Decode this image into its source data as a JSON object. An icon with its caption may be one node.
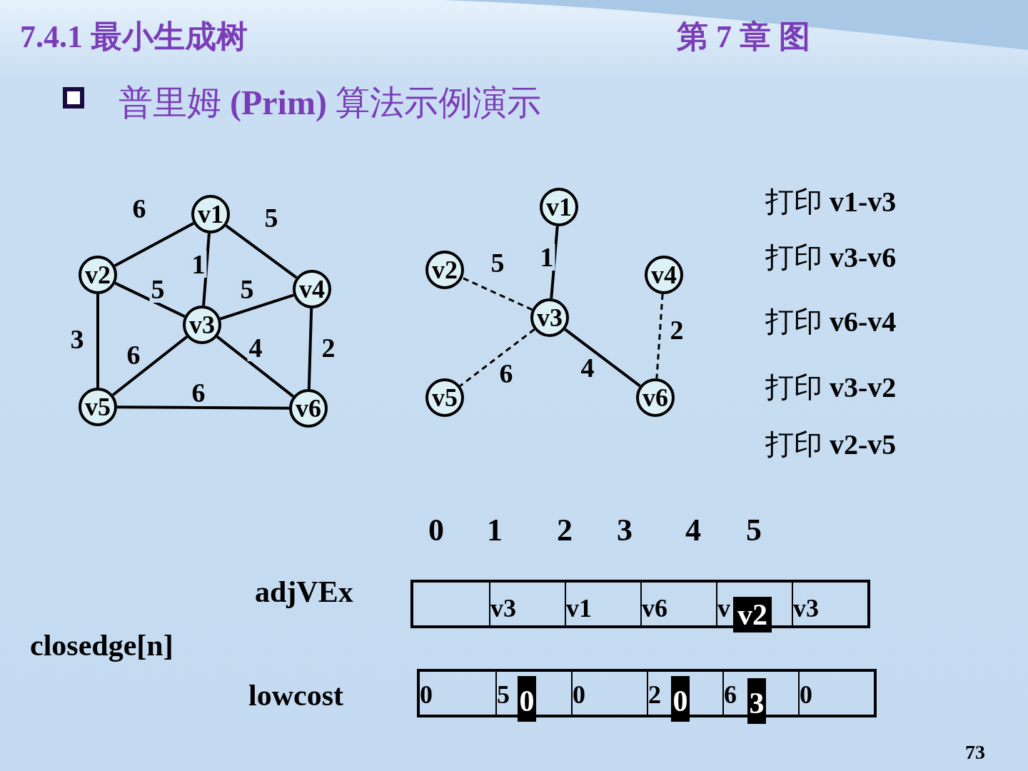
{
  "diagram": {
    "title": "7.4.1  最小生成树",
    "nodes": [
      {
        "text": [
          "v1"
        ]
      },
      {
        "text": [
          "v2"
        ]
      },
      {
        "text": [
          "v4"
        ]
      },
      {
        "text": [
          "v3"
        ]
      },
      {
        "text": [
          "v5"
        ]
      },
      {
        "text": [
          "v6"
        ]
      },
      {
        "text": [
          "v1"
        ]
      },
      {
        "text": [
          "v2"
        ]
      },
      {
        "text": [
          "v4"
        ]
      },
      {
        "text": [
          "v3"
        ]
      },
      {
        "text": [
          "v5"
        ]
      },
      {
        "text": [
          "v6"
        ]
      }
    ],
    "edges": [
      {
        "from": 0,
        "to": 1,
        "arrow": "none",
        "label": "6"
      },
      {
        "from": 0,
        "to": 2,
        "arrow": "none",
        "label": "5"
      },
      {
        "from": 0,
        "to": 3,
        "arrow": "none",
        "label": "1"
      },
      {
        "from": 1,
        "to": 3,
        "arrow": "none",
        "label": "5"
      },
      {
        "from": 3,
        "to": 2,
        "arrow": "none",
        "label": "5"
      },
      {
        "from": 1,
        "to": 4,
        "arrow": "none",
        "label": "3"
      },
      {
        "from": 3,
        "to": 4,
        "arrow": "none",
        "label": "6"
      },
      {
        "from": 3,
        "to": 5,
        "arrow": "none",
        "label": "4"
      },
      {
        "from": 2,
        "to": 5,
        "arrow": "none",
        "label": "2"
      },
      {
        "from": 4,
        "to": 5,
        "arrow": "none",
        "label": "6"
      },
      {
        "from": 6,
        "to": 9,
        "arrow": "none",
        "label": "1"
      },
      {
        "from": 9,
        "to": 7,
        "arrow": "none",
        "label": "5",
        "style": "dashed"
      },
      {
        "from": 9,
        "to": 11,
        "arrow": "none",
        "label": "4"
      },
      {
        "from": 8,
        "to": 11,
        "arrow": "none",
        "label": "2",
        "style": "dashed"
      },
      {
        "from": 9,
        "to": 10,
        "arrow": "none",
        "label": "6",
        "style": "dashed"
      }
    ],
    "labels": [
      "第 7 章 图",
      "普里姆 **(Prim)** 算法示例演示",
      "打印 **v1-v3**",
      "打印 **v3-v6**",
      "打印 **v6-v4**",
      "打印 **v3-v2**",
      "打印 **v2-v5**",
      "0",
      "1",
      "2",
      "3",
      "4",
      "5",
      "adjVEx",
      "closedge[n]",
      "lowcost",
      "v3",
      "v1",
      "v6",
      "v",
      "v3",
      "0",
      "5",
      "0",
      "2",
      "6",
      "0",
      "v2",
      "0",
      "0",
      "3",
      "73"
    ]
  }
}
